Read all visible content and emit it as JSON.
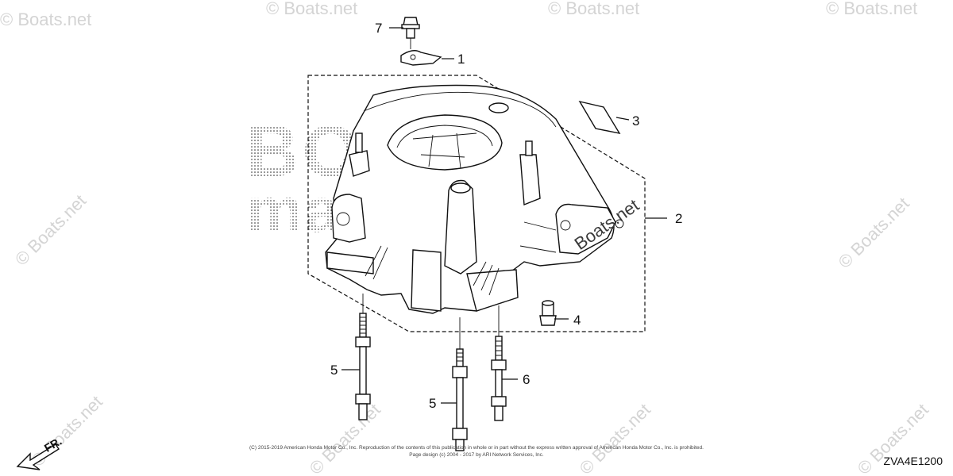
{
  "callouts": {
    "c1": "1",
    "c2": "2",
    "c3": "3",
    "c4": "4",
    "c5a": "5",
    "c5b": "5",
    "c6": "6",
    "c7": "7"
  },
  "watermark": {
    "text": "© Boats.net",
    "mid_text": "Boats.net",
    "logo_line1": "BOATS",
    "logo_line2": "marine",
    "color": "#d4d4d4"
  },
  "copyright": {
    "line1": "(C) 2015-2019 American Honda Motor Co., Inc. Reproduction of the contents of this publication in whole or in part without the express written approval of American Honda Motor Co., Inc. is prohibited.",
    "line2": "Page design (c) 2004 - 2017 by ARI Network Services, Inc."
  },
  "diagram_code": "ZVA4E1200",
  "direction_label": "FR."
}
